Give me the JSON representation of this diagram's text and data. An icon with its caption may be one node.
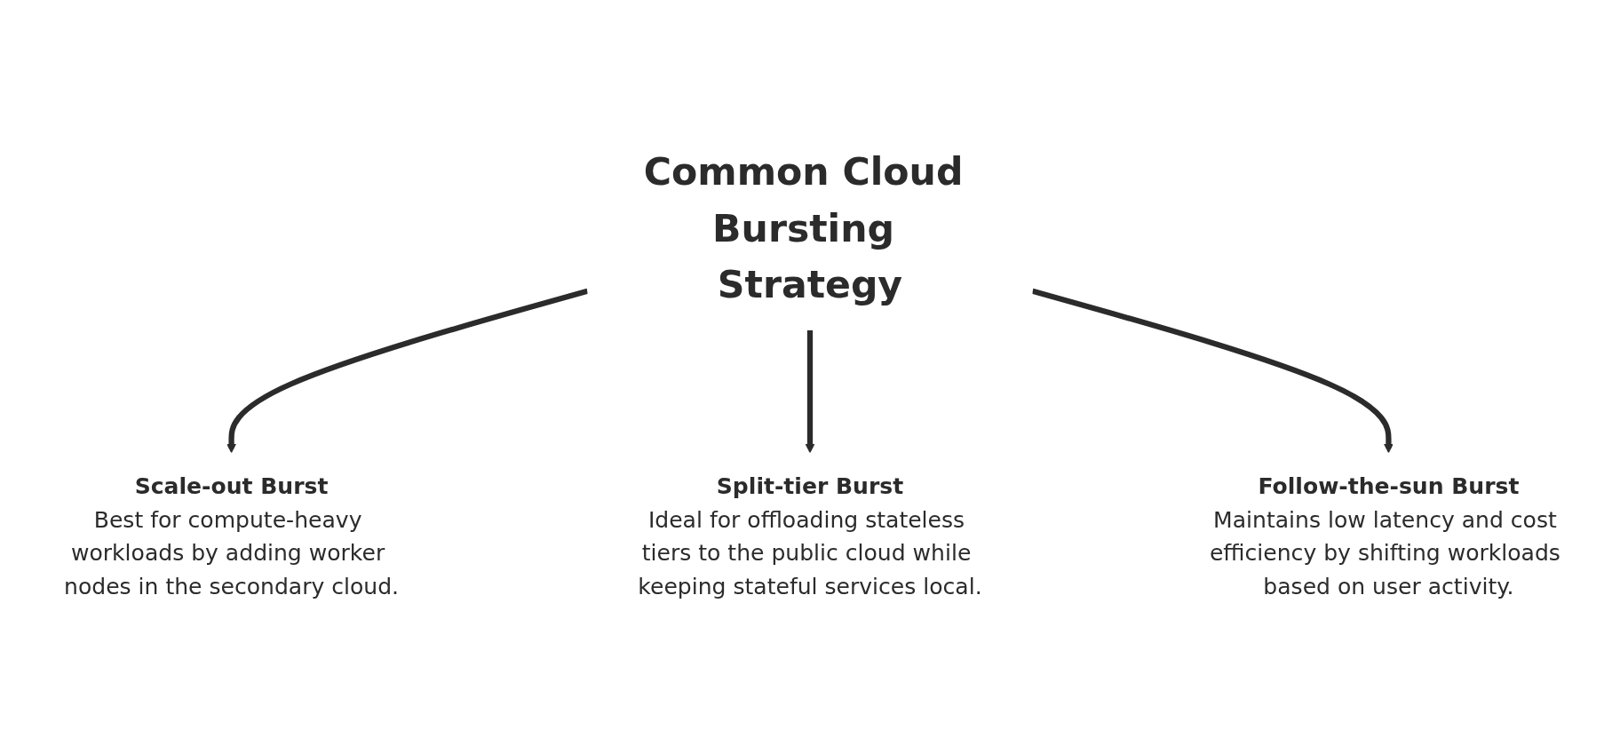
{
  "diagram": {
    "nodes": [
      {
        "text": [
          "Common Cloud Bursting Strategy"
        ]
      },
      {
        "text": [
          "Scale-out Burst",
          "Best for compute-heavy workloads by adding worker nodes in the secondary cloud."
        ]
      },
      {
        "text": [
          "Split-tier Burst",
          "Ideal for offloading stateless tiers to the public cloud while keeping stateful services local."
        ]
      },
      {
        "text": [
          "Follow-the-sun Burst",
          "Maintains low latency and cost efficiency by shifting workloads based on user activity."
        ]
      }
    ],
    "edges": [
      {
        "from": 0,
        "to": 1,
        "arrow": "to"
      },
      {
        "from": 0,
        "to": 2,
        "arrow": "to"
      },
      {
        "from": 0,
        "to": 3,
        "arrow": "to"
      }
    ]
  }
}
